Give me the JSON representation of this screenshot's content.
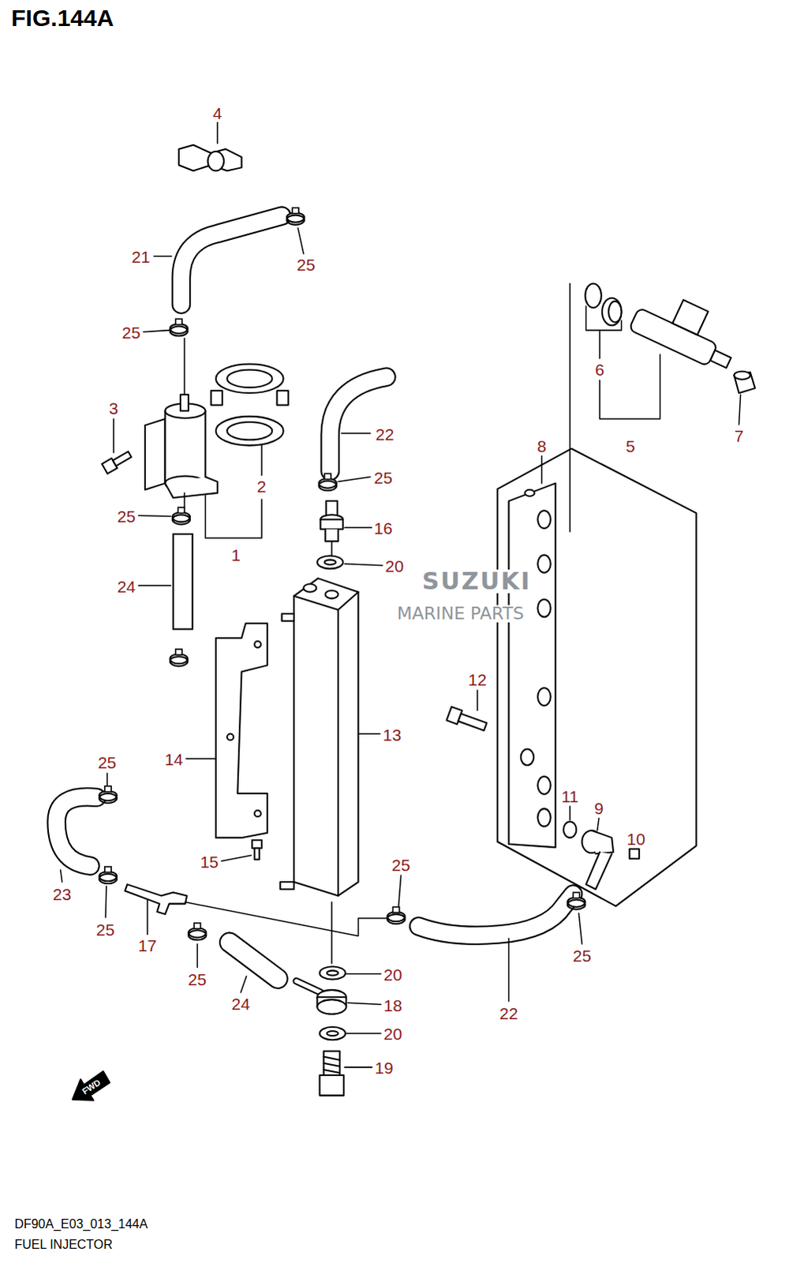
{
  "diagram": {
    "title": "FIG.144A",
    "caption": "FUEL INJECTOR",
    "labels": [
      "4",
      "21",
      "25",
      "25",
      "6",
      "3",
      "22",
      "8",
      "5",
      "7",
      "25",
      "2",
      "25",
      "16",
      "1",
      "20",
      "24",
      "12",
      "13",
      "14",
      "25",
      "11",
      "9",
      "10",
      "15",
      "25",
      "23",
      "25",
      "17",
      "25",
      "20",
      "25",
      "24",
      "18",
      "22",
      "20",
      "19",
      "DF90A_E03_013_144A",
      "SUZUKI",
      "MARINE PARTS",
      "FWD"
    ]
  }
}
